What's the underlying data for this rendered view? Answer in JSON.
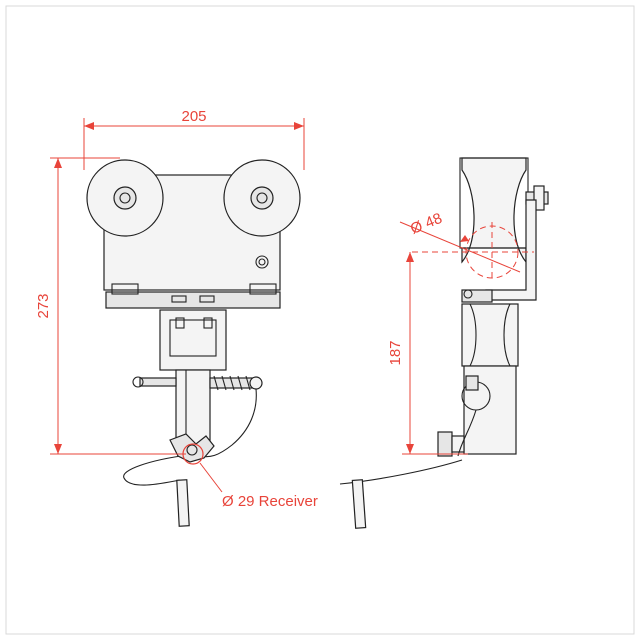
{
  "colors": {
    "dimension": "#e8443a",
    "outline": "#222222",
    "frame_border": "#d9d9d9",
    "part_fill": "#f4f4f4"
  },
  "dimensions": {
    "width": "205",
    "height": "273",
    "height_to_pipe_center": "187",
    "pipe_diameter": "Ø 48",
    "receiver": "Ø 29 Receiver"
  }
}
